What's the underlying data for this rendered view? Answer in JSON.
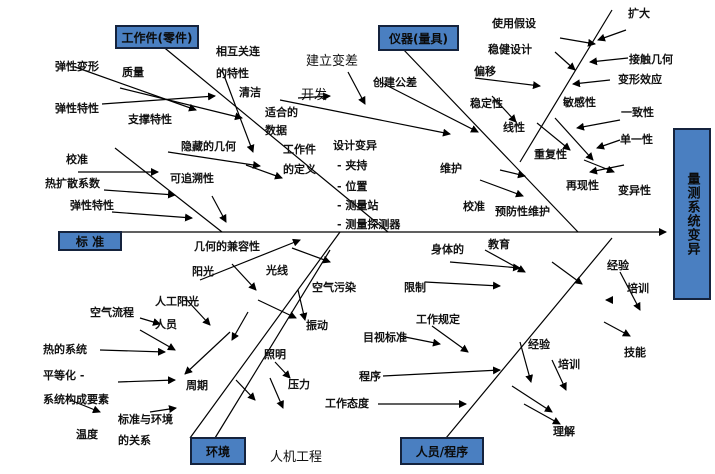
{
  "effect": "量测系统变异",
  "categories": {
    "workpiece": "工作件(零件)",
    "instrument": "仪器(量具)",
    "standard": "标 准",
    "environment": "环境",
    "personnel": "人员/程序"
  },
  "labels": {
    "elastic_deform": "弹性变形",
    "mass": "质量",
    "mutual_1": "相互关连",
    "mutual_2": "的特性",
    "clean": "清洁",
    "elastic_prop_1": "弹性特性",
    "support_prop": "支撑特性",
    "suitable_1": "适合的",
    "suitable_2": "数据",
    "hidden_geo": "隐藏的几何",
    "work_def_1": "工作件",
    "work_def_2": "的定义",
    "calibration": "校准",
    "thermal_coef": "热扩散系数",
    "traceability": "可追溯性",
    "elastic_prop_2": "弹性特性",
    "build_change": "建立变差",
    "develop": "开发",
    "create_tol": "创建公差",
    "design_change": "设计变异",
    "design_1": "- 夹持",
    "design_2": "- 位置",
    "design_3": "- 测量站",
    "design_4": "- 测量探测器",
    "use_assume": "使用假设",
    "robust_design": "稳健设计",
    "offset": "偏移",
    "stability": "稳定性",
    "linearity": "线性",
    "expand": "扩大",
    "contact_geo": "接触几何",
    "deform_effect": "变形效应",
    "sensitivity": "敏感性",
    "consistency": "一致性",
    "uniformity": "单一性",
    "repeatability": "重复性",
    "reproducibility": "再现性",
    "variability": "变异性",
    "maintenance": "维护",
    "calibration_2": "校准",
    "preventive": "预防性维护",
    "geo_compat": "几何的兼容性",
    "sunlight": "阳光",
    "light": "光线",
    "artificial_sun": "人工阳光",
    "air_flow": "空气流程",
    "staff": "人员",
    "air_pollution": "空气污染",
    "vibration": "振动",
    "heat_system": "热的系统",
    "equalize_1": "平等化 -",
    "equalize_2": "系统构成要素",
    "lighting": "照明",
    "cycle": "周期",
    "pressure": "压力",
    "temperature": "温度",
    "std_env_1": "标准与环境",
    "std_env_2": "的关系",
    "ergonomics": "人机工程",
    "body": "身体的",
    "education": "教育",
    "limits": "限制",
    "training": "培训",
    "experience": "经验",
    "skill": "技能",
    "visual_std": "目视标准",
    "work_rules": "工作规定",
    "procedure": "程序",
    "experience_2": "经验",
    "training_2": "培训",
    "work_attitude": "工作态度",
    "understanding": "理解"
  }
}
